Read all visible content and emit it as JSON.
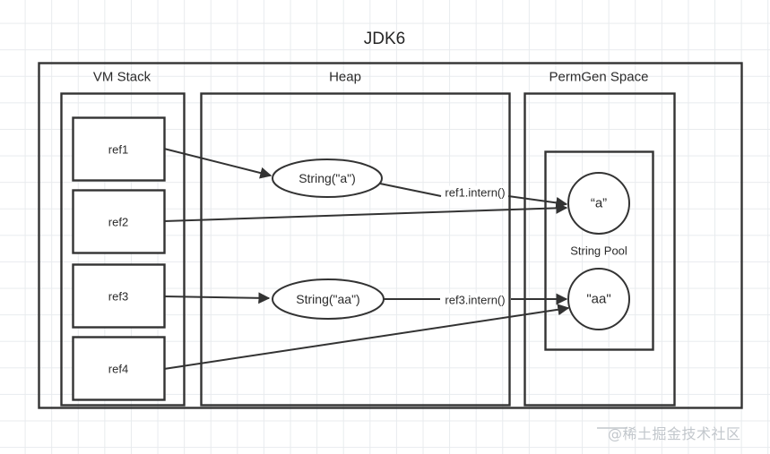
{
  "diagram": {
    "title": "JDK6",
    "watermark": "@稀土掘金技术社区",
    "regions": [
      {
        "key": "vm_stack",
        "label": "VM Stack"
      },
      {
        "key": "heap",
        "label": "Heap"
      },
      {
        "key": "permgen",
        "label": "PermGen Space"
      }
    ],
    "vm_stack": {
      "label": "VM Stack",
      "frames": [
        {
          "label": "ref1"
        },
        {
          "label": "ref2"
        },
        {
          "label": "ref3"
        },
        {
          "label": "ref4"
        }
      ]
    },
    "heap": {
      "label": "Heap",
      "objects": [
        {
          "label": "String(\"a\")"
        },
        {
          "label": "String(\"aa\")"
        }
      ]
    },
    "permgen": {
      "label": "PermGen Space",
      "string_pool": {
        "label": "String Pool",
        "items": [
          {
            "label": "“a”"
          },
          {
            "label": "\"aa\""
          }
        ]
      }
    },
    "edges": [
      {
        "from": "ref1",
        "to": "String(\"a\")",
        "label": ""
      },
      {
        "from": "String(\"a\")",
        "to": "“a”",
        "label": "ref1.intern()"
      },
      {
        "from": "ref2",
        "to": "“a”",
        "label": ""
      },
      {
        "from": "ref3",
        "to": "String(\"aa\")",
        "label": ""
      },
      {
        "from": "String(\"aa\")",
        "to": "\"aa\"",
        "label": "ref3.intern()"
      },
      {
        "from": "ref4",
        "to": "\"aa\"",
        "label": ""
      }
    ],
    "colors": {
      "stroke": "#333333",
      "text": "#2b2b2b",
      "background": "#ffffff",
      "grid": "#e8ebee",
      "watermark": "#c2c7cc"
    }
  }
}
